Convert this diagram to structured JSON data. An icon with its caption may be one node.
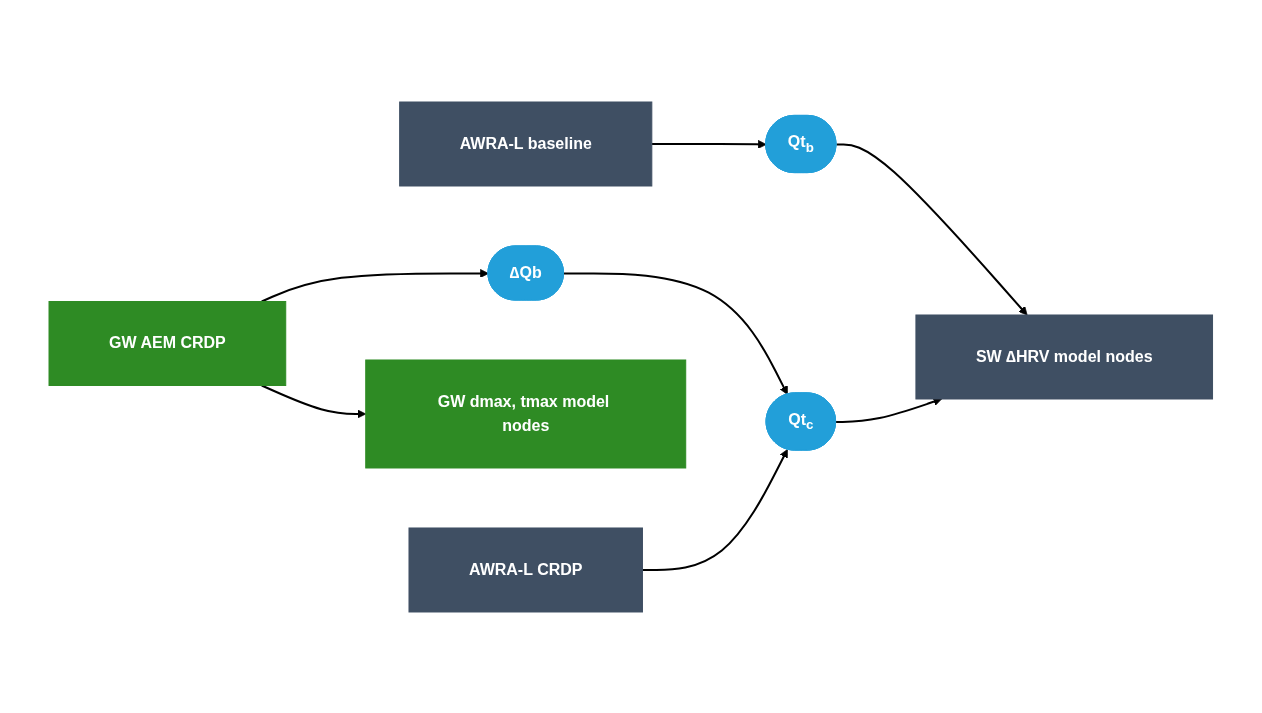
{
  "diagram": {
    "nodes": [
      {
        "text": [
          "AWRA-L baseline"
        ]
      },
      {
        "text": [
          "Qt$_{b}$"
        ]
      },
      {
        "text": [
          "SW ∆HRV model nodes"
        ]
      },
      {
        "text": [
          "GW AEM CRDP"
        ]
      },
      {
        "text": [
          "∆Qb"
        ]
      },
      {
        "text": [
          "Qt$_{c}$"
        ]
      },
      {
        "text": [
          "GW dmax, tmax model nodes"
        ]
      },
      {
        "text": [
          "AWRA-L CRDP"
        ]
      }
    ],
    "edges": [
      {
        "from": 0,
        "to": 1,
        "arrow": "to"
      },
      {
        "from": 1,
        "to": 2,
        "arrow": "to"
      },
      {
        "from": 3,
        "to": 4,
        "arrow": "to"
      },
      {
        "from": 4,
        "to": 5,
        "arrow": "to"
      },
      {
        "from": 5,
        "to": 2,
        "arrow": "to"
      },
      {
        "from": 3,
        "to": 6,
        "arrow": "to"
      },
      {
        "from": 7,
        "to": 5,
        "arrow": "to"
      }
    ]
  }
}
